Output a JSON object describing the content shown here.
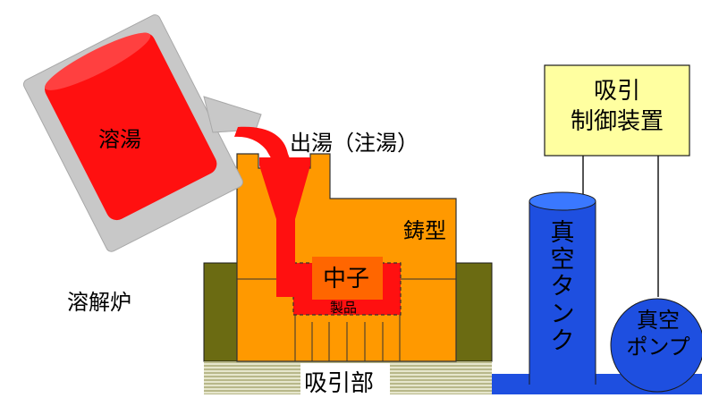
{
  "labels": {
    "molten_metal": "溶湯",
    "melting_furnace": "溶解炉",
    "pouring": "出湯（注湯）",
    "mold": "鋳型",
    "core": "中子",
    "product": "製品",
    "suction_part": "吸引部",
    "suction_control_line1": "吸引",
    "suction_control_line2": "制御装置",
    "vacuum_tank": [
      "真",
      "空",
      "タ",
      "ン",
      "ク"
    ],
    "vacuum_pump_line1": "真空",
    "vacuum_pump_line2": "ポンプ"
  },
  "colors": {
    "molten_red": "#ff1010",
    "furnace_gray": "#c8c8c8",
    "mold_orange": "#ff9900",
    "core_orange": "#ff6600",
    "olive": "#6b6b12",
    "hatch_green": "#c8c89a",
    "control_yellow": "#ffffa0",
    "vacuum_blue": "#1e4fe0"
  }
}
